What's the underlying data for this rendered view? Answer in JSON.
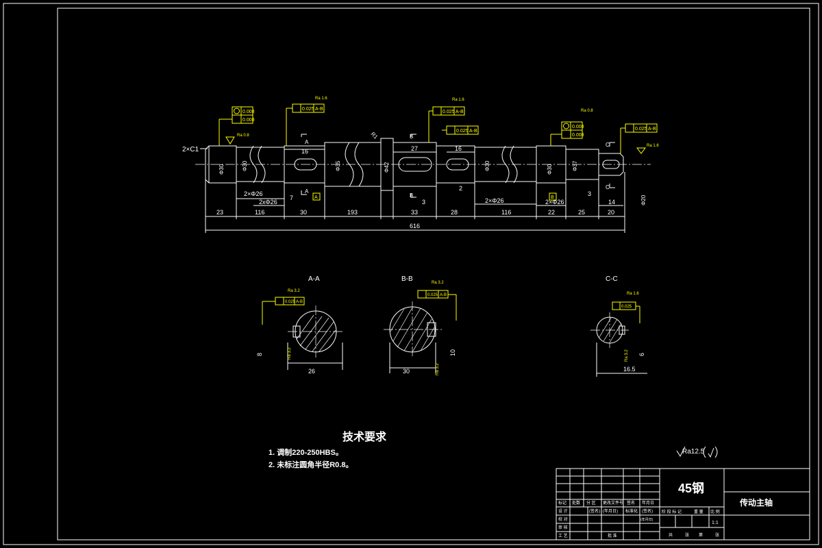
{
  "dimensions": {
    "bottom": [
      "23",
      "116",
      "30",
      "193",
      "33",
      "28",
      "116",
      "22",
      "25",
      "20"
    ],
    "total": "616",
    "upper": [
      "2×Φ26",
      "2xΦ26",
      "2×Φ26",
      "2×Φ26"
    ],
    "small": [
      "7",
      "3",
      "2",
      "3",
      "14",
      "16",
      "27",
      "16"
    ],
    "diameters": [
      "Φ30",
      "Φ30",
      "Φ35",
      "Φ42",
      "Φ30",
      "Φ30",
      "Φ37",
      "Φ20"
    ],
    "chamfer": "2×C1",
    "radius": "R1"
  },
  "tolerances": {
    "round": "0.008",
    "cyl": "0.008",
    "runout_ab": "0.025",
    "ref_ab": "A-B",
    "sym": "0.025",
    "ra_08": "Ra 0.8",
    "ra_16": "Ra 1.6",
    "ra_32": "Ra 3.2",
    "datum_a": "A",
    "datum_b": "B"
  },
  "sections": {
    "aa_title": "A-A",
    "bb_title": "B-B",
    "cc_title": "C-C",
    "aa_width": "26",
    "aa_depth": "8",
    "bb_width": "30",
    "bb_depth": "10",
    "cc_width": "16.5",
    "cc_depth": "6",
    "sec_labels": [
      "A",
      "A",
      "B",
      "B",
      "C",
      "C"
    ]
  },
  "notes": {
    "title": "技术要求",
    "items": [
      "1. 调制220-250HBS。",
      "2. 未标注圆角半径R0.8。"
    ],
    "roughness": "Ra12.5"
  },
  "title_block": {
    "material": "45钢",
    "part_name": "传动主轴",
    "scale": "1:1",
    "row_labels": [
      "标记",
      "处数",
      "分 区",
      "更改文件号",
      "签名",
      "年月日"
    ],
    "left_labels": [
      "设 计",
      "校 对",
      "审 核",
      "工 艺"
    ],
    "sign_labels": [
      "(签名)",
      "(年月日)",
      "标准化",
      "(签名)",
      "(年月日)"
    ],
    "approve": "批 准",
    "stage_labels": [
      "阶 段 标 记",
      "重 量",
      "比 例"
    ],
    "sheet_labels": [
      "共",
      "张",
      "第",
      "张"
    ]
  }
}
